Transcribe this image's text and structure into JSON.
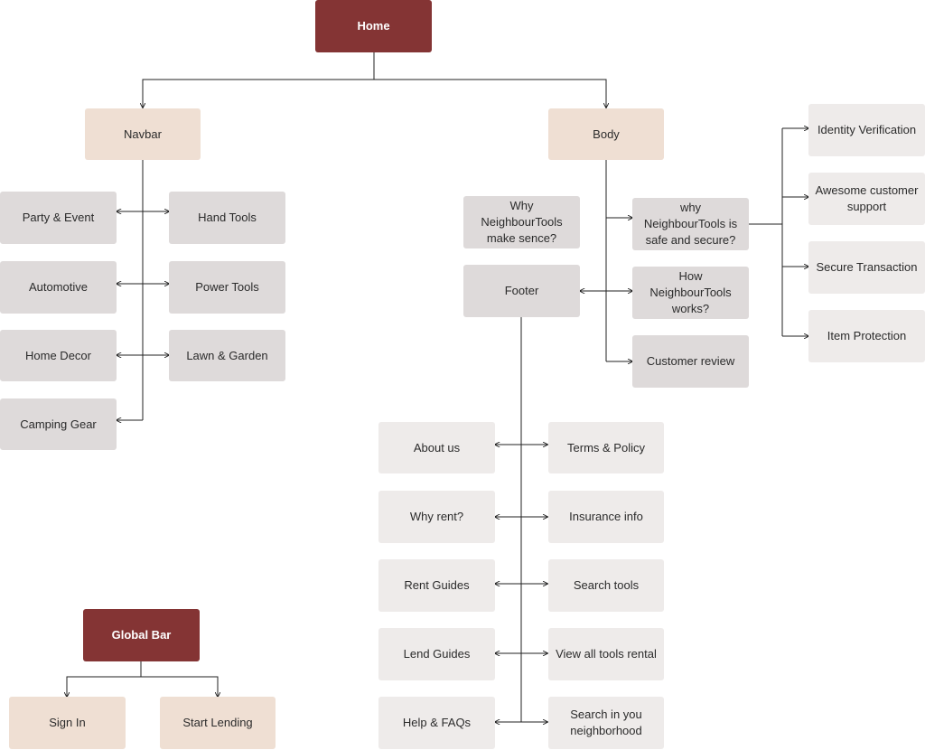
{
  "root": {
    "home": "Home",
    "global_bar": "Global Bar"
  },
  "navbar": {
    "label": "Navbar",
    "left": [
      "Party & Event",
      "Automotive",
      "Home Decor",
      "Camping Gear"
    ],
    "right": [
      "Hand Tools",
      "Power Tools",
      "Lawn & Garden"
    ]
  },
  "body": {
    "label": "Body",
    "why_makes_sense": "Why NeighbourTools make sence?",
    "safe_secure": "why NeighbourTools is safe and secure?",
    "how_works": "How NeighbourTools works?",
    "customer_review": "Customer review",
    "safety_items": [
      "Identity Verification",
      "Awesome customer support",
      "Secure Transaction",
      "Item Protection"
    ]
  },
  "footer": {
    "label": "Footer",
    "left": [
      "About us",
      "Why rent?",
      "Rent  Guides",
      "Lend  Guides",
      "Help & FAQs"
    ],
    "right": [
      "Terms & Policy",
      "Insurance info",
      "Search tools",
      "View all tools rental",
      "Search in you neighborhood"
    ]
  },
  "global_bar": {
    "items": [
      "Sign In",
      "Start Lending"
    ]
  }
}
